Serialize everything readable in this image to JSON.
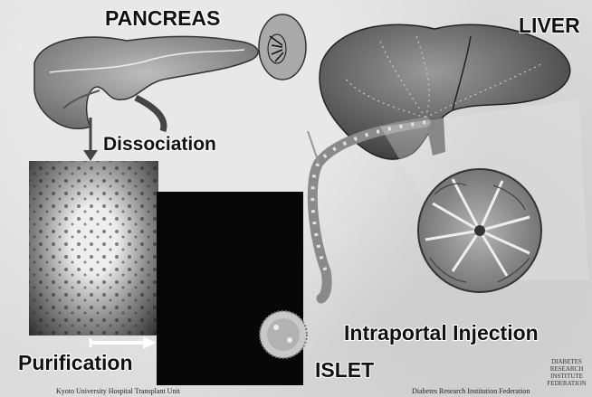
{
  "labels": {
    "pancreas": "PANCREAS",
    "liver": "LIVER",
    "dissociation": "Dissociation",
    "purification": "Purification",
    "islet": "ISLET",
    "intraportal_injection": "Intraportal Injection"
  },
  "footer": {
    "left": "Kyoto University Hospital Transplant Unit",
    "right": "Diabetes Research Institution Federation"
  },
  "logo_text": [
    "DIABETES",
    "RESEARCH",
    "INSTITUTE",
    "FEDERATION"
  ]
}
